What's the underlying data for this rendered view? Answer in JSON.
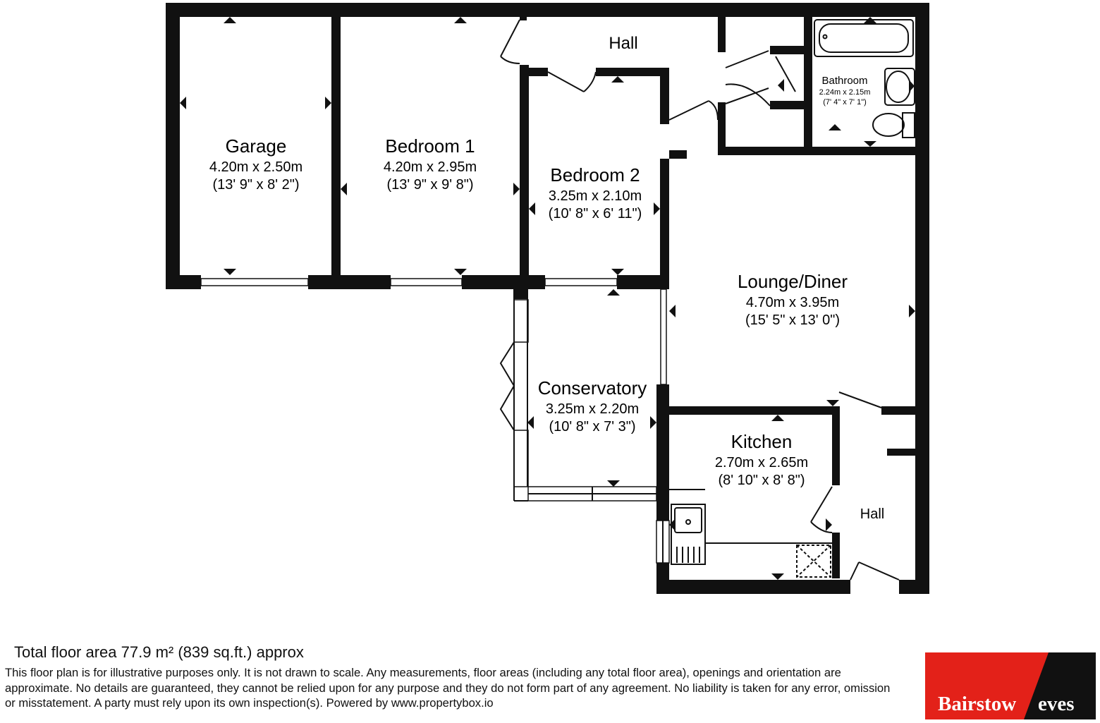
{
  "rooms": {
    "garage": {
      "name": "Garage",
      "metric": "4.20m x 2.50m",
      "imperial": "(13' 9\" x 8' 2\")"
    },
    "bedroom1": {
      "name": "Bedroom 1",
      "metric": "4.20m x 2.95m",
      "imperial": "(13' 9\" x 9' 8\")"
    },
    "bedroom2": {
      "name": "Bedroom 2",
      "metric": "3.25m x 2.10m",
      "imperial": "(10' 8\" x 6' 11\")"
    },
    "hall_top": {
      "name": "Hall"
    },
    "bathroom": {
      "name": "Bathroom",
      "metric": "2.24m x 2.15m",
      "imperial": "(7' 4\" x 7' 1\")"
    },
    "lounge": {
      "name": "Lounge/Diner",
      "metric": "4.70m x 3.95m",
      "imperial": "(15' 5\" x 13' 0\")"
    },
    "conservatory": {
      "name": "Conservatory",
      "metric": "3.25m x 2.20m",
      "imperial": "(10' 8\" x 7' 3\")"
    },
    "kitchen": {
      "name": "Kitchen",
      "metric": "2.70m x 2.65m",
      "imperial": "(8' 10\" x 8' 8\")"
    },
    "hall_bottom": {
      "name": "Hall"
    }
  },
  "footer": {
    "total_area": "Total floor area 77.9 m² (839 sq.ft.) approx",
    "disclaimer": "This floor plan is for illustrative purposes only. It is not drawn to scale. Any measurements, floor areas (including any total floor area), openings and orientation are approximate. No details are guaranteed, they cannot be relied upon for any purpose and they do not form part of any agreement. No liability is taken for any error, omission or misstatement. A party must rely upon its own inspection(s). Powered by www.propertybox.io"
  },
  "logo": {
    "text_left": "Bairstow",
    "text_right": "eves",
    "color_red": "#e32119",
    "color_black": "#111111"
  }
}
